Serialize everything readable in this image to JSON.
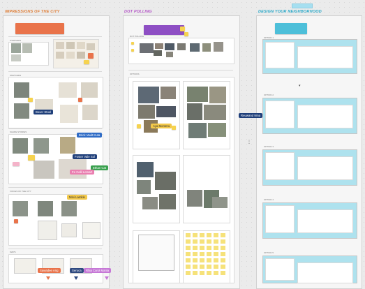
{
  "headings": {
    "impressions": "IMPRESSIONS OF THE CITY",
    "dot_polling": "DOT POLLING",
    "design": "DESIGN YOUR NEIGHBORHOOD"
  },
  "colors": {
    "impressions_heading": "#e0803a",
    "dot_heading": "#b455c8",
    "design_heading": "#28a8c8",
    "orange_note": "#e9734a",
    "purple_note": "#8e4fc4",
    "teal_note": "#4dbfd9"
  },
  "cursor_tags": [
    {
      "label": "Boxer Stool",
      "color": "#1f3f7a"
    },
    {
      "label": "Brick Vault Kuta",
      "color": "#2f6cc6"
    },
    {
      "label": "Foster Vale Sol",
      "color": "#1f3f7a"
    },
    {
      "label": "Ethan Cat",
      "color": "#3aa14f"
    },
    {
      "label": "Fe Calil Lomart",
      "color": "#ea7fb0"
    },
    {
      "label": "Mini Lamkle",
      "color": "#f2c84a"
    },
    {
      "label": "Aya Monteru",
      "color": "#f2c84a"
    },
    {
      "label": "Reuwand Nina",
      "color": "#1f3f7a"
    },
    {
      "label": "Sawadee Ang",
      "color": "#e9734a"
    },
    {
      "label": "Seruca",
      "color": "#2f4a80"
    },
    {
      "label": "Rhia Carol Mariia",
      "color": "#c678d6"
    }
  ],
  "labels": {
    "overview": "OVERVIEW",
    "sketches": "SKETCHES",
    "stories": "SHARE STORIES",
    "voices": "VOICES OF THE CITY",
    "maps": "MAPS",
    "dot_polling_label": "DOT POLLING",
    "options": "OPTIONS",
    "option_1": "OPTION 1",
    "option_2": "OPTION 2",
    "option_3": "OPTION 3",
    "option_4": "OPTION 4",
    "option_5": "OPTION 5"
  }
}
